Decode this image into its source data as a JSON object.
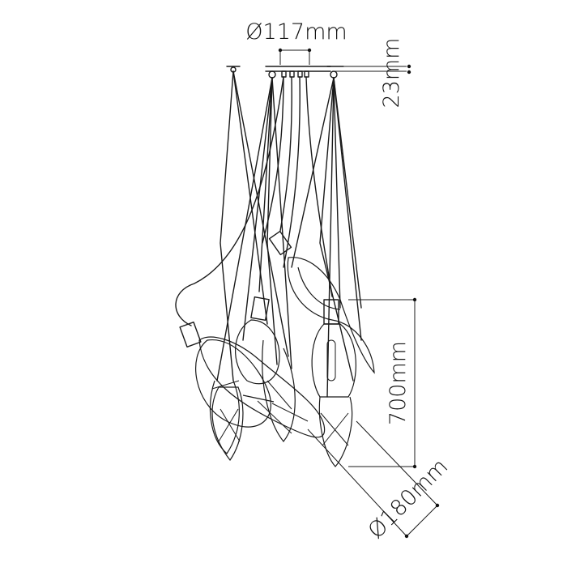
{
  "dimensions": {
    "canopy_diameter": "Ø117mm",
    "canopy_height": "23mm",
    "drop_height": "700mm",
    "shade_diameter": "Ø180mm"
  }
}
